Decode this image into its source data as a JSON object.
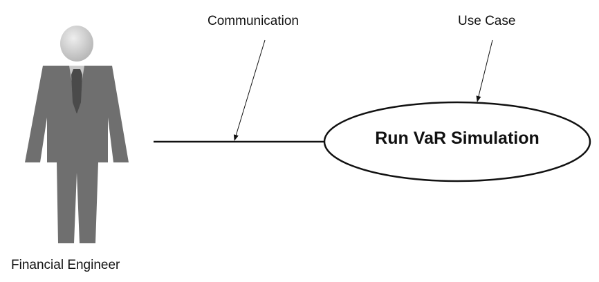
{
  "diagram": {
    "actor": {
      "label": "Financial Engineer",
      "icon": "business-person-icon"
    },
    "association": {
      "label": "Communication"
    },
    "use_case": {
      "callout_label": "Use Case",
      "name": "Run VaR Simulation"
    },
    "colors": {
      "figure_body": "#6f6f6f",
      "figure_tie": "#4a4a4a",
      "figure_shirt": "#c8c8c8",
      "head": "#cfcfcf",
      "line": "#111111"
    }
  }
}
